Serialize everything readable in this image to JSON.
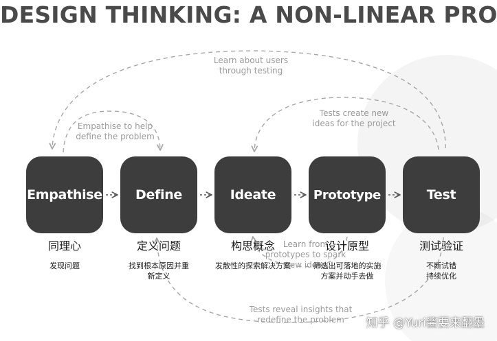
{
  "title": "DESIGN THINKING: A NON-LINEAR PROCESS",
  "colors": {
    "box": "#3d3d3d",
    "box_text": "#ffffff",
    "title": "#4a4a4a",
    "arrow": "#a6a6a6",
    "note_text": "#9a9a9a",
    "cn_text": "#1a1a1a"
  },
  "stages": [
    {
      "label": "Empathise",
      "cn_name": "同理心",
      "cn_desc": "发现问题"
    },
    {
      "label": "Define",
      "cn_name": "定义问题",
      "cn_desc": "找到根本原因并重\n新定义"
    },
    {
      "label": "Ideate",
      "cn_name": "构思概念",
      "cn_desc": "发散性的探索解决方案"
    },
    {
      "label": "Prototype",
      "cn_name": "设计原型",
      "cn_desc": "筛选出可落地的实施\n方案并动手去做"
    },
    {
      "label": "Test",
      "cn_name": "测试验证",
      "cn_desc": "不断试错\n持续优化"
    }
  ],
  "notes": {
    "learn_users": "Learn about users\nthrough testing",
    "empathise_help": "Empathise to help\ndefine the problem",
    "tests_create": "Tests create new\nideas for the project",
    "learn_prototypes": "Learn from\nprototypes to spark\nnew ideas",
    "tests_reveal": "Tests reveal insights that\nredefine the problem"
  },
  "watermark": "知乎 @Yuri酱要来翻墨"
}
